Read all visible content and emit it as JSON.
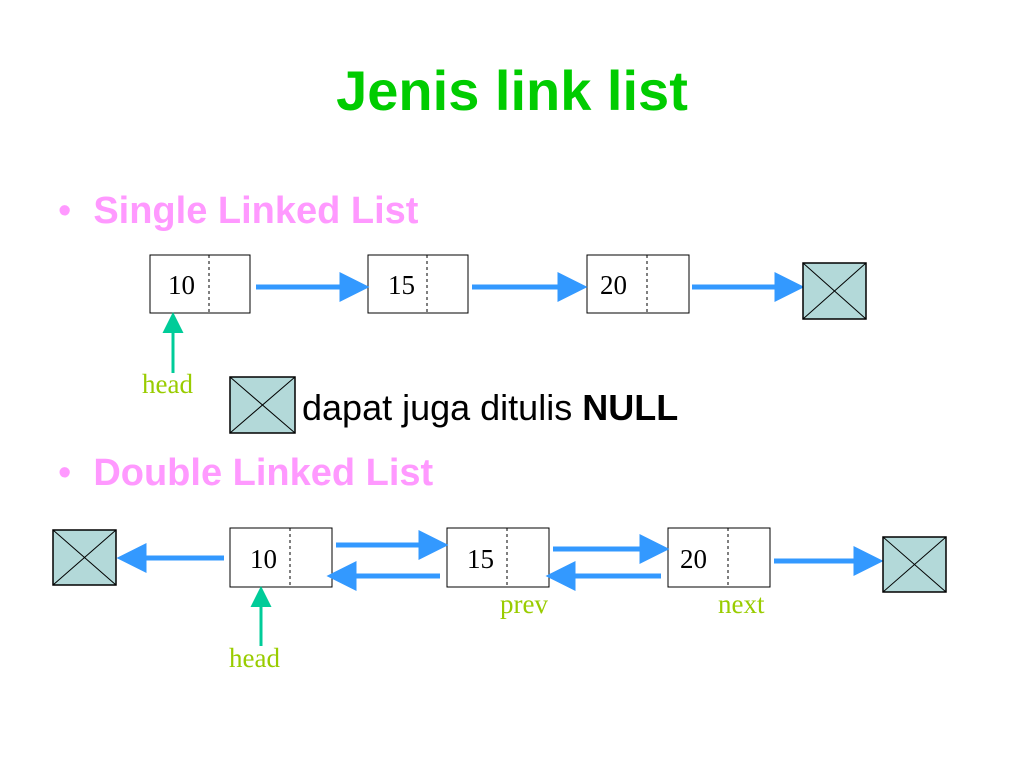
{
  "slide": {
    "title": "Jenis link list",
    "bullet_single": "Single Linked List",
    "bullet_double": "Double Linked List",
    "bullet_char": "•",
    "note_text": "dapat juga ditulis ",
    "note_bold": "NULL"
  },
  "single_list": {
    "values": [
      "10",
      "15",
      "20"
    ],
    "head_label": "head"
  },
  "double_list": {
    "values": [
      "10",
      "15",
      "20"
    ],
    "head_label": "head",
    "prev_label": "prev",
    "next_label": "next"
  },
  "colors": {
    "title": "#00cc00",
    "bullet": "#ff99ff",
    "arrow": "#3399ff",
    "head_arrow": "#00cc99",
    "label": "#99cc00",
    "null_fill": "#b3d9d9"
  }
}
